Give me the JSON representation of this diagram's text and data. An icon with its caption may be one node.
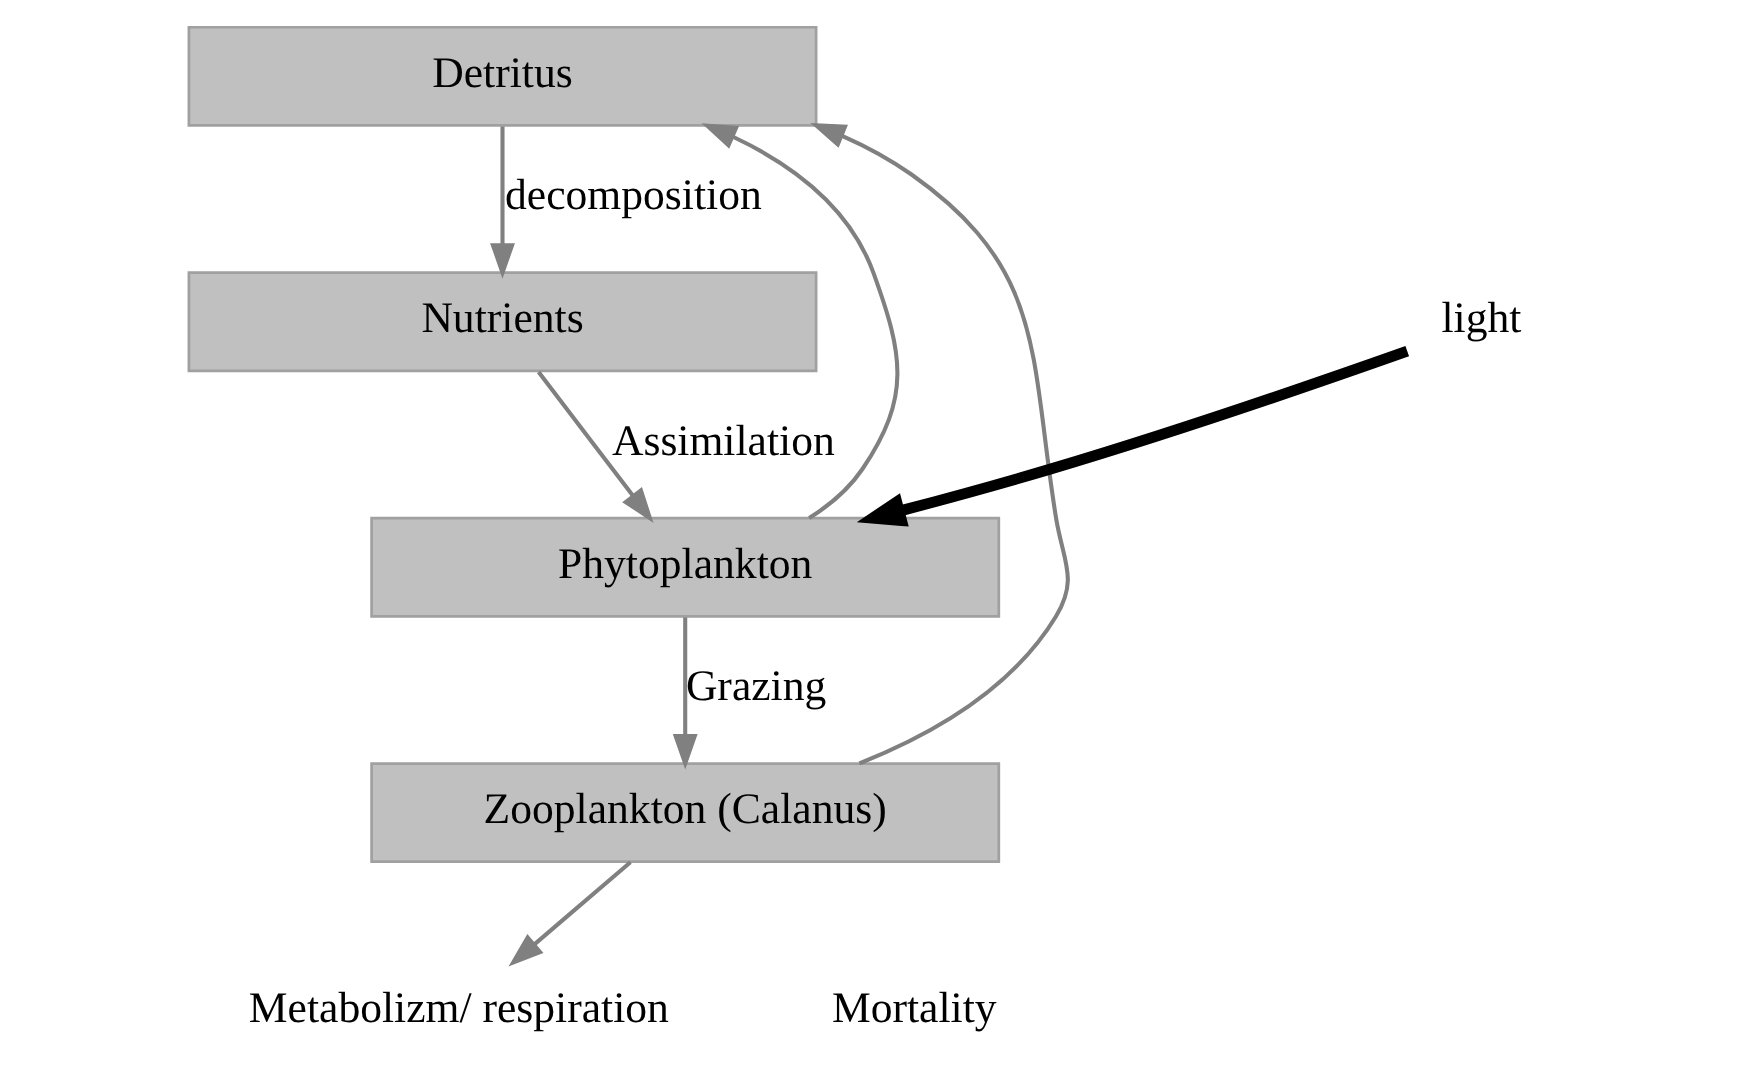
{
  "diagram": {
    "nodes": [
      {
        "text": [
          "Detritus"
        ]
      },
      {
        "text": [
          "Nutrients"
        ]
      },
      {
        "text": [
          "Phytoplankton"
        ]
      },
      {
        "text": [
          "Zooplankton (Calanus)"
        ]
      },
      {
        "text": [
          "Metabolizm/ respiration"
        ]
      },
      {
        "text": [
          "light"
        ]
      }
    ],
    "edges": [
      {
        "from": 0,
        "to": 1,
        "arrow": "to",
        "label": "decomposition"
      },
      {
        "from": 1,
        "to": 2,
        "arrow": "to",
        "label": "Assimilation"
      },
      {
        "from": 2,
        "to": 3,
        "arrow": "to",
        "label": "Grazing"
      },
      {
        "from": 3,
        "to": 0,
        "arrow": "to"
      },
      {
        "from": 2,
        "to": 0,
        "arrow": "to"
      },
      {
        "from": 3,
        "to": 4,
        "arrow": "to"
      },
      {
        "from": 5,
        "to": 2,
        "arrow": "to",
        "style": "thick",
        "color": "#000000"
      }
    ],
    "labels": [
      "Mortality"
    ]
  }
}
